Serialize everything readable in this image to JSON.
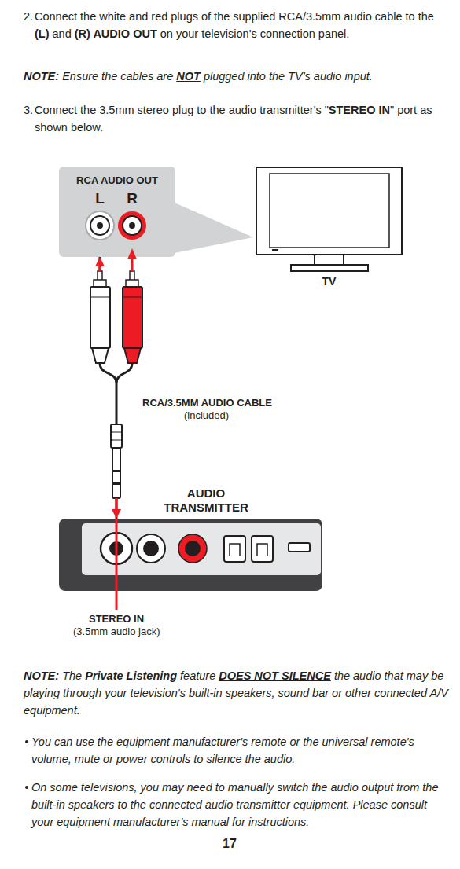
{
  "diagram": {
    "nodes": [
      {
        "text": [
          "RCA AUDIO OUT",
          "L",
          "R"
        ]
      },
      {
        "text": [
          "TV"
        ]
      },
      {
        "text": [
          "AUDIO TRANSMITTER"
        ]
      }
    ],
    "edges": [
      {
        "from": 0,
        "to": 2,
        "arrow": "both",
        "label": "RCA/3.5MM AUDIO CABLE"
      }
    ],
    "labels": [
      "2.",
      "Connect the white and red plugs of the supplied RCA/3.5mm audio cable to the",
      "(L)",
      "and",
      "(R) AUDIO OUT",
      "on your television's connection panel.",
      "NOTE:",
      "Ensure the cables are",
      "NOT",
      "plugged into the TV’s audio input.",
      "3.",
      "Connect the 3.5mm stereo plug to the audio transmitter's \"",
      "STEREO IN",
      "\" port as shown below.",
      "(included)",
      "STEREO IN",
      "(3.5mm audio jack)",
      "NOTE:",
      "The",
      "Private Listening",
      "feature",
      "DOES NOT SILENCE",
      "the audio that may be playing through your television's built-in speakers, sound bar or other connected A/V equipment.",
      "You can use the equipment manufacturer's remote or the universal remote's volume, mute or power controls to silence the audio.",
      "On some televisions, you may need to manually switch the audio output from the built-in speakers to the connected audio transmitter equipment. Please consult your equipment manufacturer's manual for instructions.",
      "17"
    ]
  }
}
